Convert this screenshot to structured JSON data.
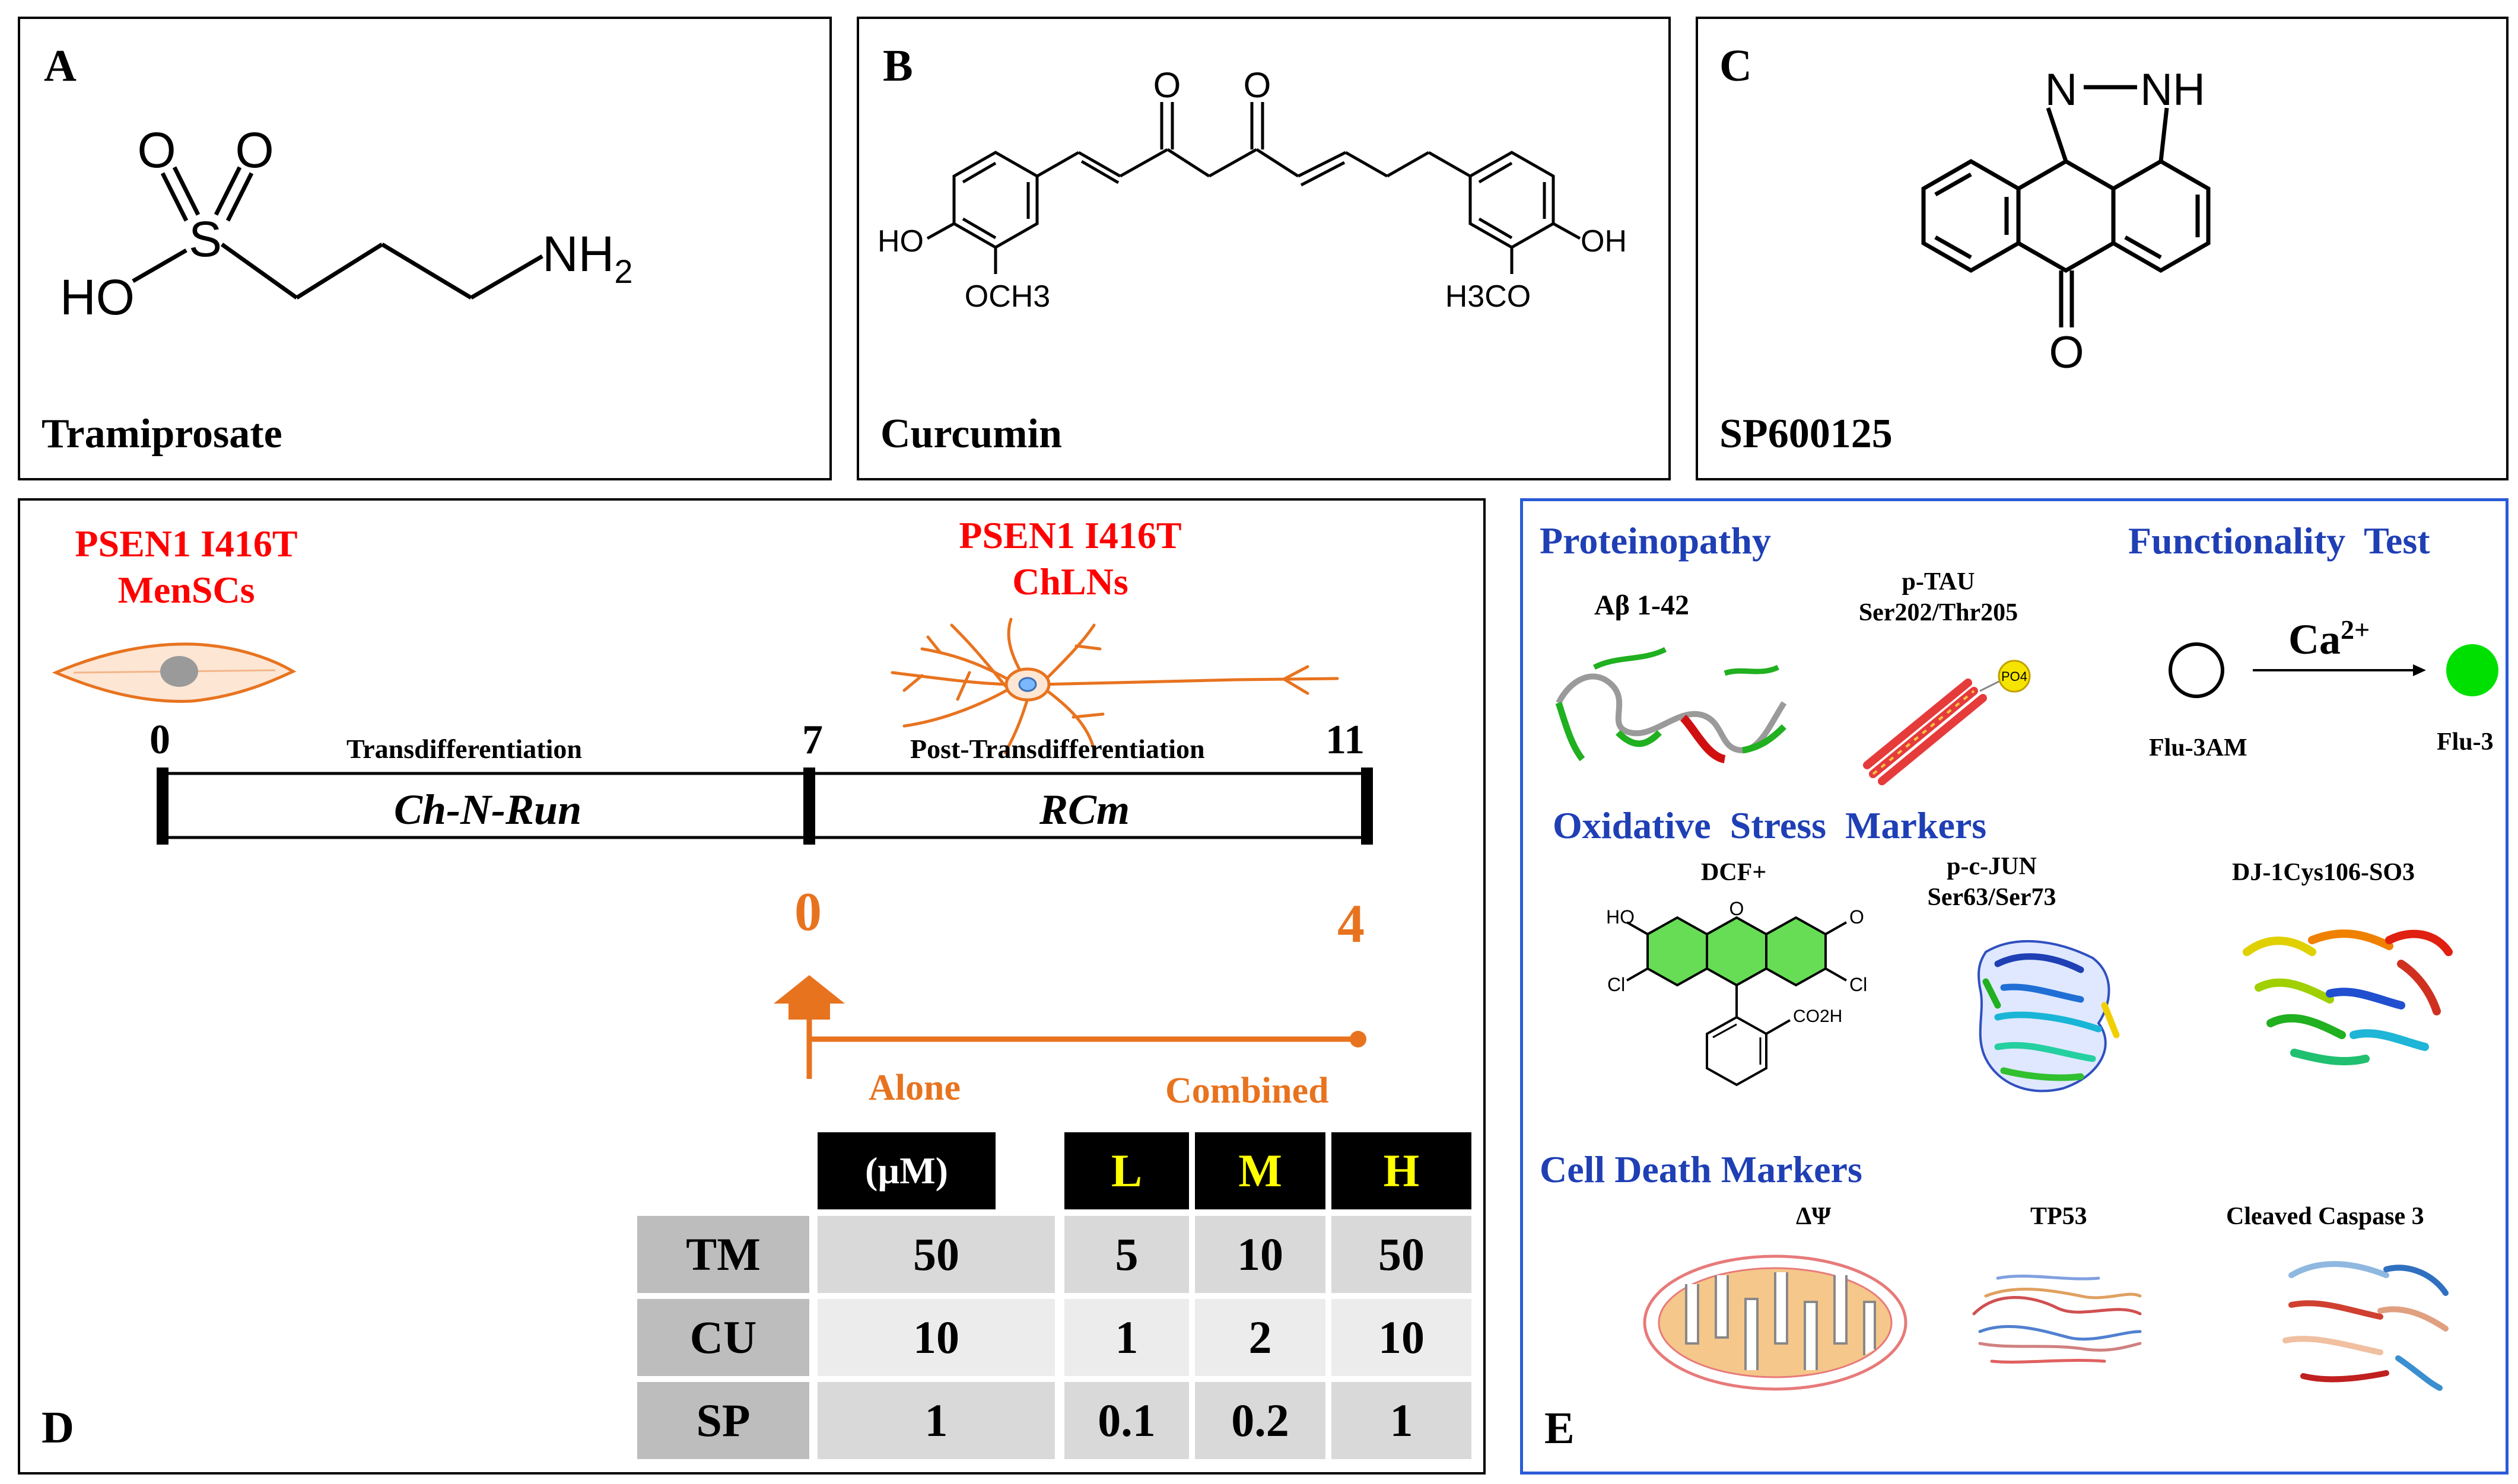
{
  "panels": {
    "A": {
      "letter": "A",
      "name": "Tramiprosate"
    },
    "B": {
      "letter": "B",
      "name": "Curcumin"
    },
    "C": {
      "letter": "C",
      "name": "SP600125"
    },
    "D": {
      "letter": "D"
    },
    "E": {
      "letter": "E"
    }
  },
  "structures": {
    "tramiprosate": {
      "o1": "O",
      "o2": "O",
      "s": "S",
      "ho": "HO",
      "nh": "NH",
      "nh_sub": "2"
    },
    "curcumin": {
      "o1": "O",
      "o2": "O",
      "ho_left": "HO",
      "och3": "OCH3",
      "ho_right": "OH",
      "h3co": "H3CO"
    },
    "sp600125": {
      "n": "N",
      "nh": "NH",
      "o": "O"
    }
  },
  "panel_d": {
    "start_cells_line1": "PSEN1 I416T",
    "start_cells_line2": "MenSCs",
    "end_cells_line1": "PSEN1 I416T",
    "end_cells_line2": "ChLNs",
    "day0": "0",
    "day7": "7",
    "day11": "11",
    "phase1_label": "Transdifferentiation",
    "phase2_label": "Post-Transdifferentiation",
    "phase1_medium": "Ch-N-Run",
    "phase2_medium": "RCm",
    "treat_day0": "0",
    "treat_day4": "4",
    "alone_label": "Alone",
    "combined_label": "Combined",
    "table": {
      "unit_header": "(µM)",
      "dose_headers": [
        "L",
        "M",
        "H"
      ],
      "rows": [
        {
          "name": "TM",
          "alone": "50",
          "doses": [
            "5",
            "10",
            "50"
          ]
        },
        {
          "name": "CU",
          "alone": "10",
          "doses": [
            "1",
            "2",
            "10"
          ]
        },
        {
          "name": "SP",
          "alone": "1",
          "doses": [
            "0.1",
            "0.2",
            "1"
          ]
        }
      ]
    }
  },
  "panel_e": {
    "proteinopathy": "Proteinopathy",
    "abeta": "Aβ 1-42",
    "ptau_line1": "p-TAU",
    "ptau_line2": "Ser202/Thr205",
    "po4": "PO4",
    "functionality": "Functionality  Test",
    "ca": "Ca",
    "ca_sup": "2+",
    "flu3am": "Flu-3AM",
    "flu3": "Flu-3",
    "oxidative": "Oxidative  Stress  Markers",
    "dcf": "DCF+",
    "pcjun_line1": "p-c-JUN",
    "pcjun_line2": "Ser63/Ser73",
    "dj1": "DJ-1Cys106-SO3",
    "dcf_struct": {
      "ho": "HO",
      "o": "O",
      "o2": "O",
      "cl1": "Cl",
      "cl2": "Cl",
      "co2h": "CO2H"
    },
    "cell_death": "Cell Death Markers",
    "dpsi": "ΔΨ",
    "tp53": "TP53",
    "caspase": "Cleaved Caspase 3"
  },
  "colors": {
    "red": "#ff0000",
    "orange": "#e8731f",
    "blue": "#1f3fb5",
    "green": "#00e000"
  }
}
